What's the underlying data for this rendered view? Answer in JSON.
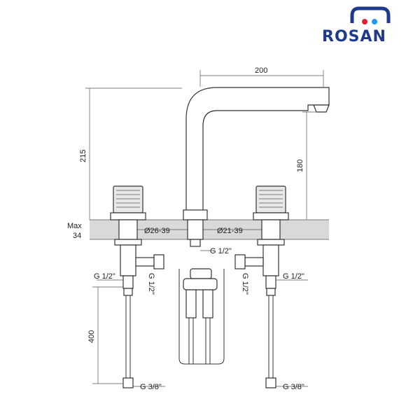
{
  "brand": {
    "name": "ROSAN",
    "colors": {
      "primary": "#1e3a8a",
      "red_dot": "#e11d2e",
      "blue_dot": "#1d9bf0"
    }
  },
  "dimensions": {
    "spout_reach": "200",
    "total_height": "215",
    "spout_height": "180",
    "deck_max_label": "Max",
    "deck_max_value": "34",
    "hole_left": "Ø26-39",
    "hole_center": "Ø21-39",
    "center_connection": "G 1/2\"",
    "left_side_connection": "G 1/2\"",
    "right_side_connection": "G 1/2\"",
    "left_valve_connection": "G 1/2\"",
    "right_valve_connection": "G 1/2\"",
    "hose_length": "400",
    "left_hose_end": "G 3/8\"",
    "right_hose_end": "G 3/8\""
  }
}
